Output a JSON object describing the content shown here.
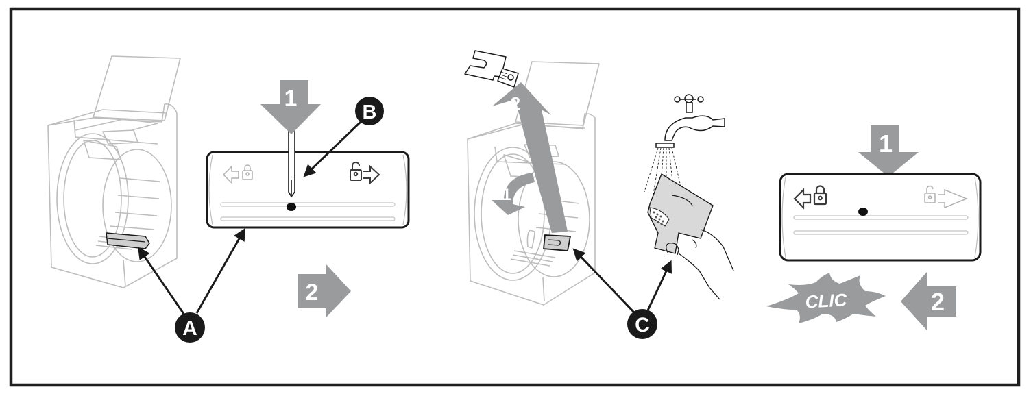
{
  "figure": {
    "description": "Filter cleaning instructions for dryer: remove, rinse and reinsert filter cartridge",
    "colors": {
      "frame": "#1e1e1e",
      "outline_light": "#b9b9b9",
      "step_arrow": "#9a9b9d",
      "callout": "#1a1a1a",
      "filter_fill": "#d4d4d4"
    }
  },
  "panel_1": {
    "step_down_label": "1",
    "step_right_label": "2",
    "callout_a": "A",
    "callout_b": "B",
    "lock_left_state": "locked-faded",
    "lock_right_state": "unlocked-active"
  },
  "panel_2": {
    "step_rotate_label": "1",
    "step_lift_label": "2",
    "callout_c": "C"
  },
  "panel_3": {
    "step_down_label": "1",
    "step_left_label": "2",
    "sound_label": "CLIC",
    "lock_left_state": "locked-active",
    "lock_right_state": "unlocked-faded"
  }
}
